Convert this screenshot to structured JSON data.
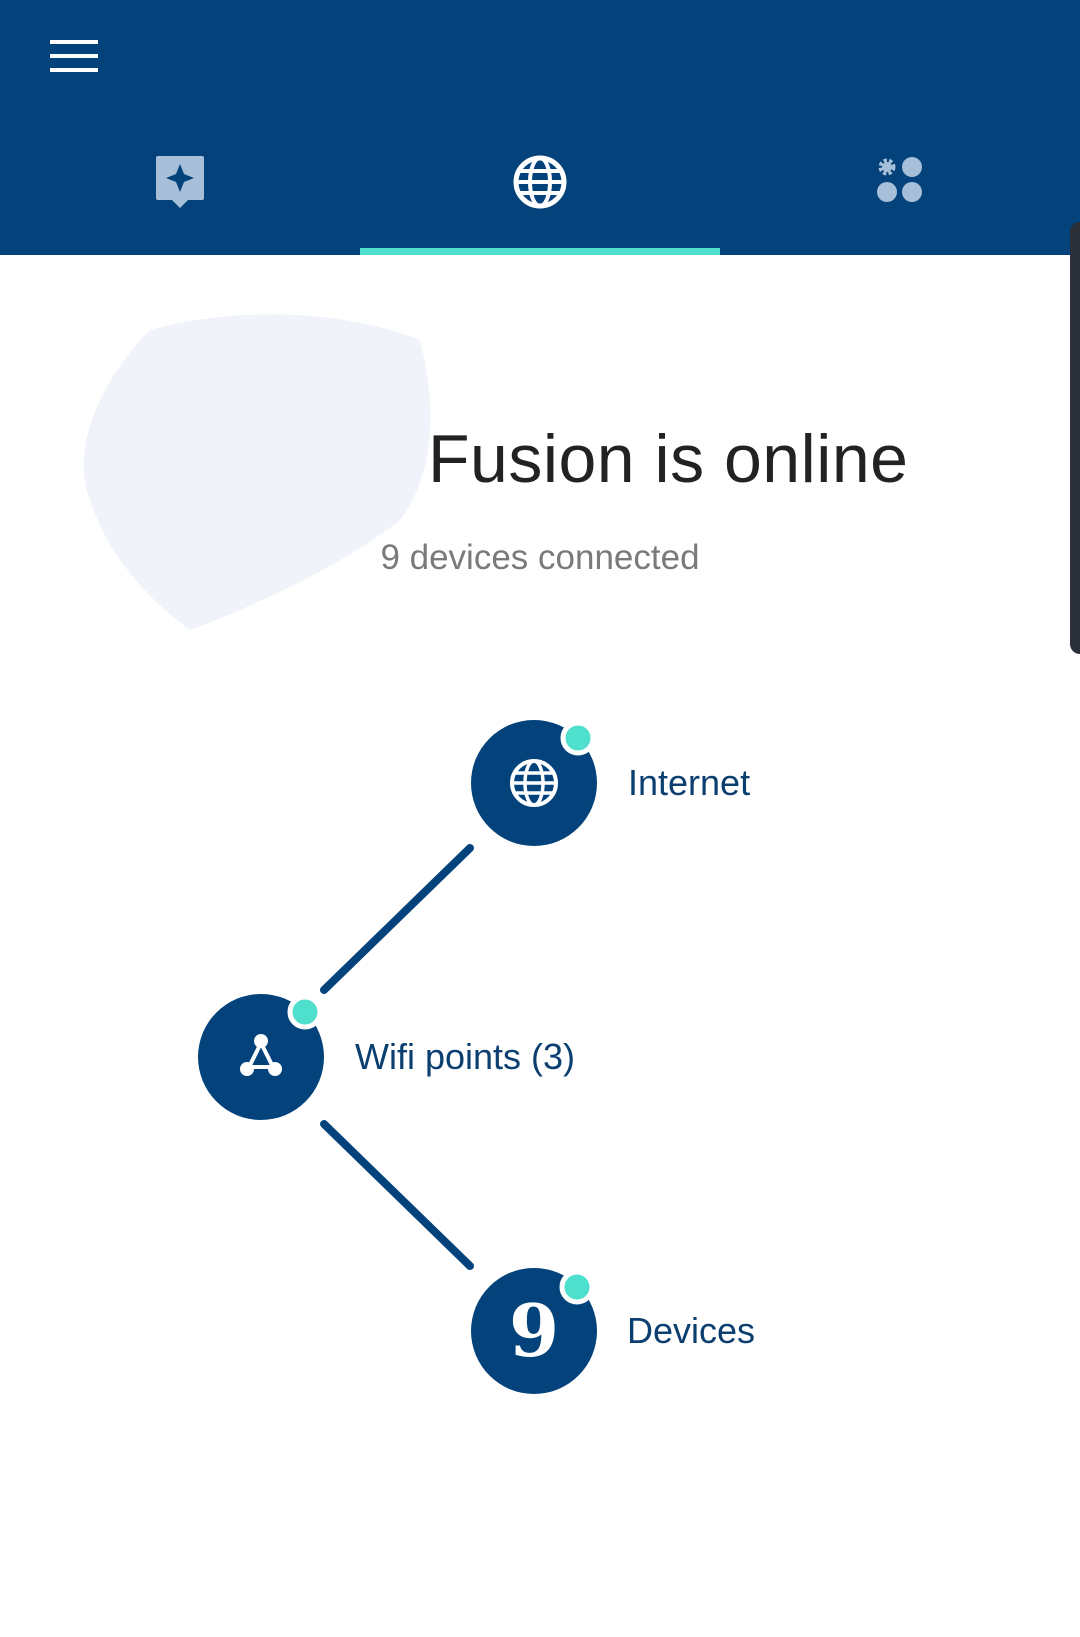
{
  "header": {
    "menu_icon": "hamburger-menu-icon",
    "background_color": "#03427a",
    "accent_color": "#4ee0cc",
    "tabs": [
      {
        "icon": "sparkle-tag-icon",
        "selected": false
      },
      {
        "icon": "globe-icon",
        "selected": true
      },
      {
        "icon": "settings-apps-icon",
        "selected": false
      }
    ]
  },
  "status": {
    "title": "Fusion is online",
    "subtitle": "9 devices connected"
  },
  "network": {
    "internet": {
      "label": "Internet",
      "icon": "globe-icon",
      "online": true
    },
    "wifi_points": {
      "label": "Wifi points (3)",
      "icon": "mesh-network-icon",
      "online": true
    },
    "devices": {
      "label": "Devices",
      "count": "9",
      "online": true
    }
  }
}
